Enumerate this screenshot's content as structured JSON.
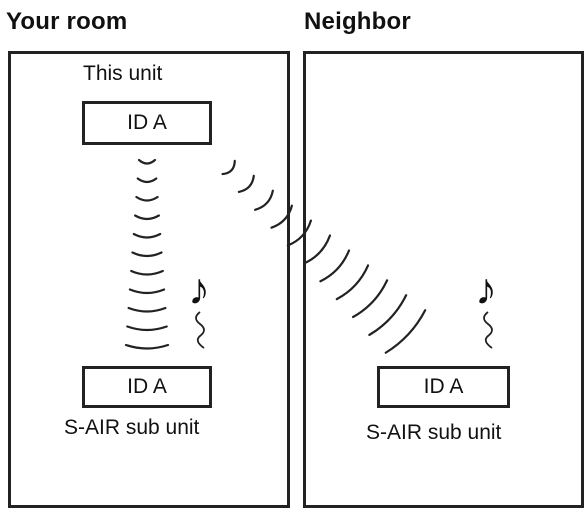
{
  "headings": {
    "left": "Your room",
    "right": "Neighbor"
  },
  "main_unit": {
    "label": "This unit",
    "id": "ID A"
  },
  "sub_unit_left": {
    "id": "ID A",
    "label": "S-AIR sub unit"
  },
  "sub_unit_right": {
    "id": "ID A",
    "label": "S-AIR sub unit"
  },
  "icons": {
    "music": "music-note-icon",
    "signal": "wireless-signal-icon"
  }
}
